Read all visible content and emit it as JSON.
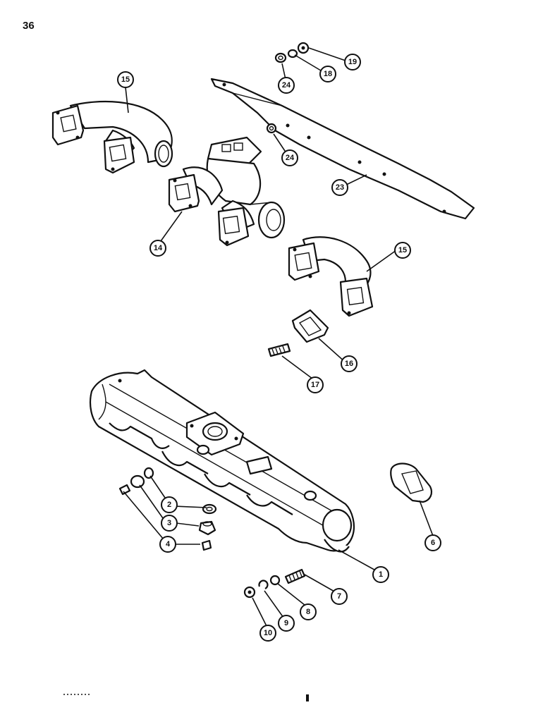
{
  "page": {
    "number": "36"
  },
  "callouts": [
    {
      "id": "c15a",
      "label": "15"
    },
    {
      "id": "c19",
      "label": "19"
    },
    {
      "id": "c18",
      "label": "18"
    },
    {
      "id": "c24a",
      "label": "24"
    },
    {
      "id": "c24b",
      "label": "24"
    },
    {
      "id": "c23",
      "label": "23"
    },
    {
      "id": "c14",
      "label": "14"
    },
    {
      "id": "c15b",
      "label": "15"
    },
    {
      "id": "c16",
      "label": "16"
    },
    {
      "id": "c17",
      "label": "17"
    },
    {
      "id": "c2",
      "label": "2"
    },
    {
      "id": "c3",
      "label": "3"
    },
    {
      "id": "c4",
      "label": "4"
    },
    {
      "id": "c6",
      "label": "6"
    },
    {
      "id": "c1",
      "label": "1"
    },
    {
      "id": "c7",
      "label": "7"
    },
    {
      "id": "c8",
      "label": "8"
    },
    {
      "id": "c9",
      "label": "9"
    },
    {
      "id": "c10",
      "label": "10"
    }
  ]
}
